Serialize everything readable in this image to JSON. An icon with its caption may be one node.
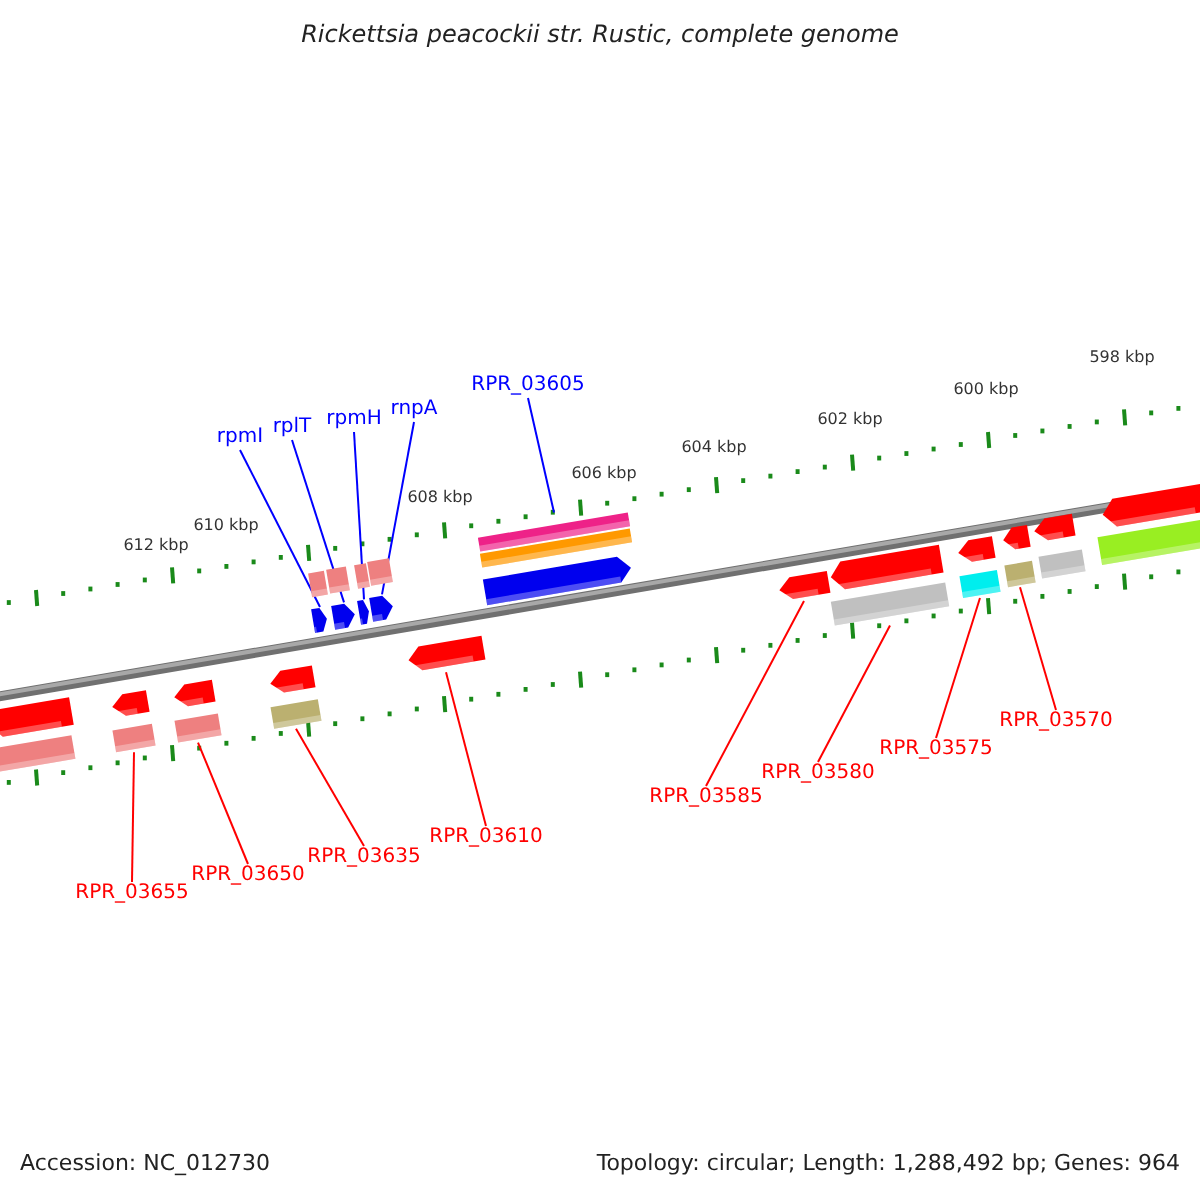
{
  "diagram": {
    "title": "Rickettsia peacockii str. Rustic, complete genome",
    "nodes": [
      {
        "text": [
          "rpmI"
        ]
      },
      {
        "text": [
          "rplT"
        ]
      },
      {
        "text": [
          "rpmH"
        ]
      },
      {
        "text": [
          "rnpA"
        ]
      },
      {
        "text": [
          "RPR_03605"
        ]
      },
      {
        "text": [
          "RPR_03655"
        ]
      },
      {
        "text": [
          "RPR_03650"
        ]
      },
      {
        "text": [
          "RPR_03635"
        ]
      },
      {
        "text": [
          "RPR_03610"
        ]
      },
      {
        "text": [
          "RPR_03585"
        ]
      },
      {
        "text": [
          "RPR_03580"
        ]
      },
      {
        "text": [
          "RPR_03575"
        ]
      },
      {
        "text": [
          "RPR_03570"
        ]
      },
      {
        "text": [],
        "shape": "arrow"
      },
      {
        "text": [],
        "shape": "arrow"
      },
      {
        "text": [],
        "shape": "arrow"
      },
      {
        "text": [],
        "shape": "arrow"
      },
      {
        "text": [],
        "shape": "bar"
      },
      {
        "text": [],
        "shape": "bar"
      },
      {
        "text": [],
        "shape": "bar"
      },
      {
        "text": [],
        "shape": "bar"
      },
      {
        "text": [],
        "shape": "arrow"
      },
      {
        "text": [],
        "shape": "arrow"
      },
      {
        "text": [],
        "shape": "bar"
      },
      {
        "text": [],
        "shape": "bar"
      },
      {
        "text": [],
        "shape": "bar"
      },
      {
        "text": [],
        "shape": "arrow"
      },
      {
        "text": [],
        "shape": "bar"
      },
      {
        "text": [],
        "shape": "arrow"
      },
      {
        "text": [],
        "shape": "arrow"
      },
      {
        "text": [],
        "shape": "arrow"
      },
      {
        "text": [],
        "shape": "bar"
      },
      {
        "text": [],
        "shape": "bar"
      },
      {
        "text": [],
        "shape": "bar"
      },
      {
        "text": [],
        "shape": "bar"
      },
      {
        "text": [],
        "shape": "bar"
      },
      {
        "text": [],
        "shape": "arrow"
      },
      {
        "text": [],
        "shape": "arrow"
      },
      {
        "text": [],
        "shape": "arrow"
      },
      {
        "text": [],
        "shape": "arrow"
      },
      {
        "text": [],
        "shape": "arrow"
      },
      {
        "text": [],
        "shape": "bar"
      },
      {
        "text": [],
        "shape": "arrow"
      },
      {
        "text": [],
        "shape": "bar"
      }
    ],
    "edges": [
      {
        "from": 0,
        "to": 13,
        "arrow": "none",
        "color": "#0000ff"
      },
      {
        "from": 1,
        "to": 14,
        "arrow": "none",
        "color": "#0000ff"
      },
      {
        "from": 2,
        "to": 15,
        "arrow": "none",
        "color": "#0000ff"
      },
      {
        "from": 3,
        "to": 16,
        "arrow": "none",
        "color": "#0000ff"
      },
      {
        "from": 4,
        "to": 17,
        "arrow": "none",
        "color": "#0000ff"
      },
      {
        "from": 5,
        "to": 18,
        "arrow": "none"
      },
      {
        "from": 6,
        "to": 19,
        "arrow": "none"
      },
      {
        "from": 7,
        "to": 20,
        "arrow": "none"
      },
      {
        "from": 8,
        "to": 21,
        "arrow": "none"
      },
      {
        "from": 9,
        "to": 22,
        "arrow": "none"
      },
      {
        "from": 10,
        "to": 23,
        "arrow": "none"
      },
      {
        "from": 11,
        "to": 24,
        "arrow": "none"
      },
      {
        "from": 12,
        "to": 25,
        "arrow": "none"
      }
    ],
    "labels": [
      "598 kbp",
      "600 kbp",
      "602 kbp",
      "604 kbp",
      "606 kbp",
      "608 kbp",
      "610 kbp",
      "612 kbp",
      "Accession: NC_012730",
      "Topology: circular; Length: 1,288,492 bp; Genes: 964"
    ]
  }
}
